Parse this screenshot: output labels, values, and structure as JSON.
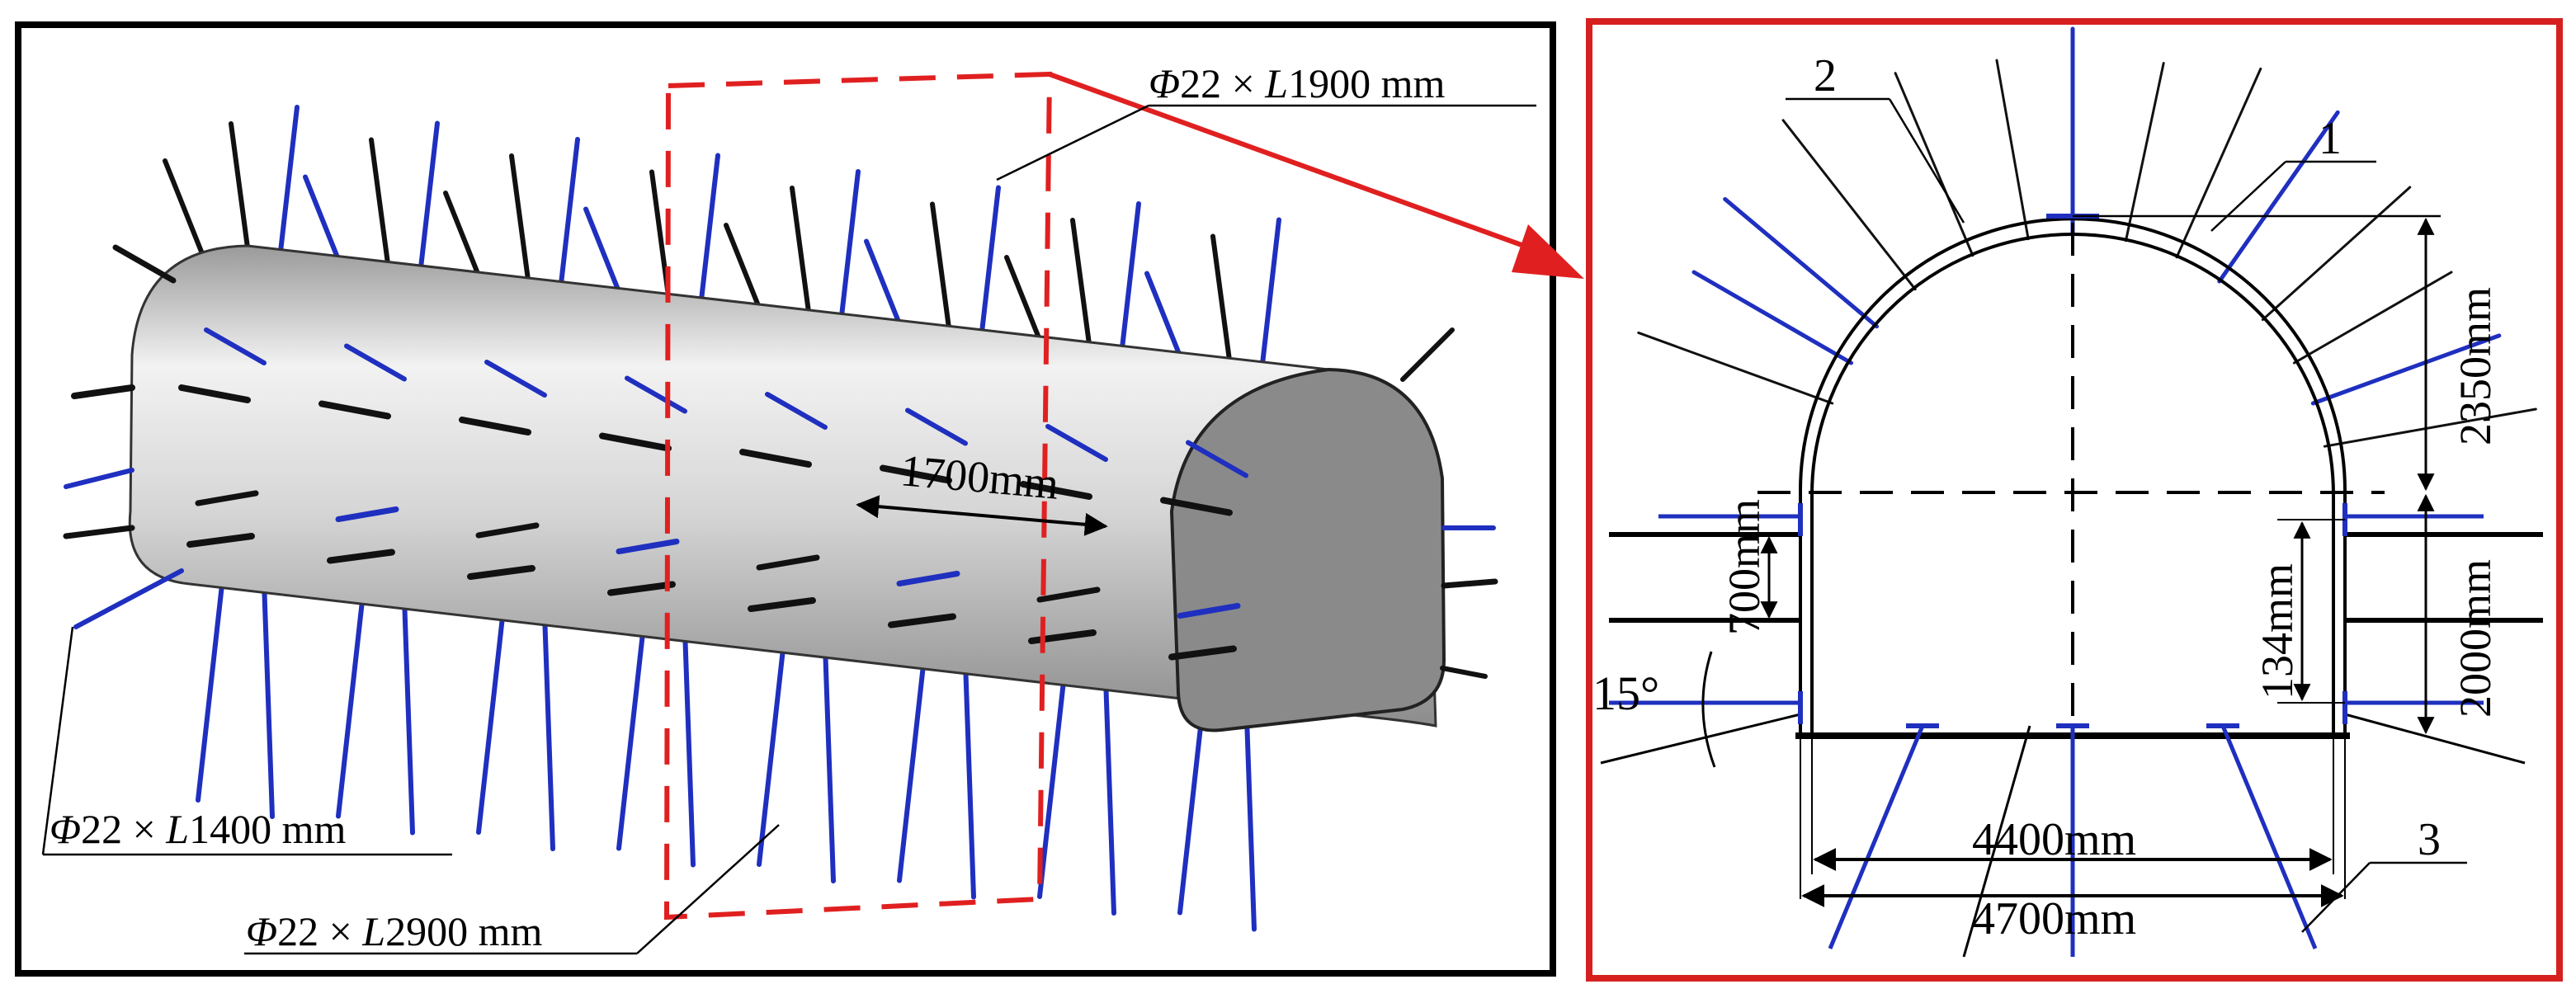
{
  "left_panel": {
    "rebar_top": {
      "phi": "Φ",
      "dia": "22 × ",
      "len": "L",
      "rest": "1900 mm"
    },
    "rebar_left": {
      "phi": "Φ",
      "dia": "22 × ",
      "len": "L",
      "rest": "1400 mm"
    },
    "rebar_bottom": {
      "phi": "Φ",
      "dia": "22 × ",
      "len": "L",
      "rest": "2900 mm"
    },
    "spacing": "1700mm"
  },
  "right_panel": {
    "labels": {
      "one": "1",
      "two": "2",
      "three": "3"
    },
    "dims": {
      "arch_height": "2350mm",
      "wall_height": "2000mm",
      "bolt_spacing": "700mm",
      "wall_offset": "134mm",
      "angle": "15°",
      "inner_width": "4400mm",
      "outer_width": "4700mm"
    }
  },
  "colors": {
    "frame_left": "#000000",
    "frame_right": "#d62020",
    "bolt_blue": "#1f2fbf",
    "bolt_black": "#111111"
  }
}
